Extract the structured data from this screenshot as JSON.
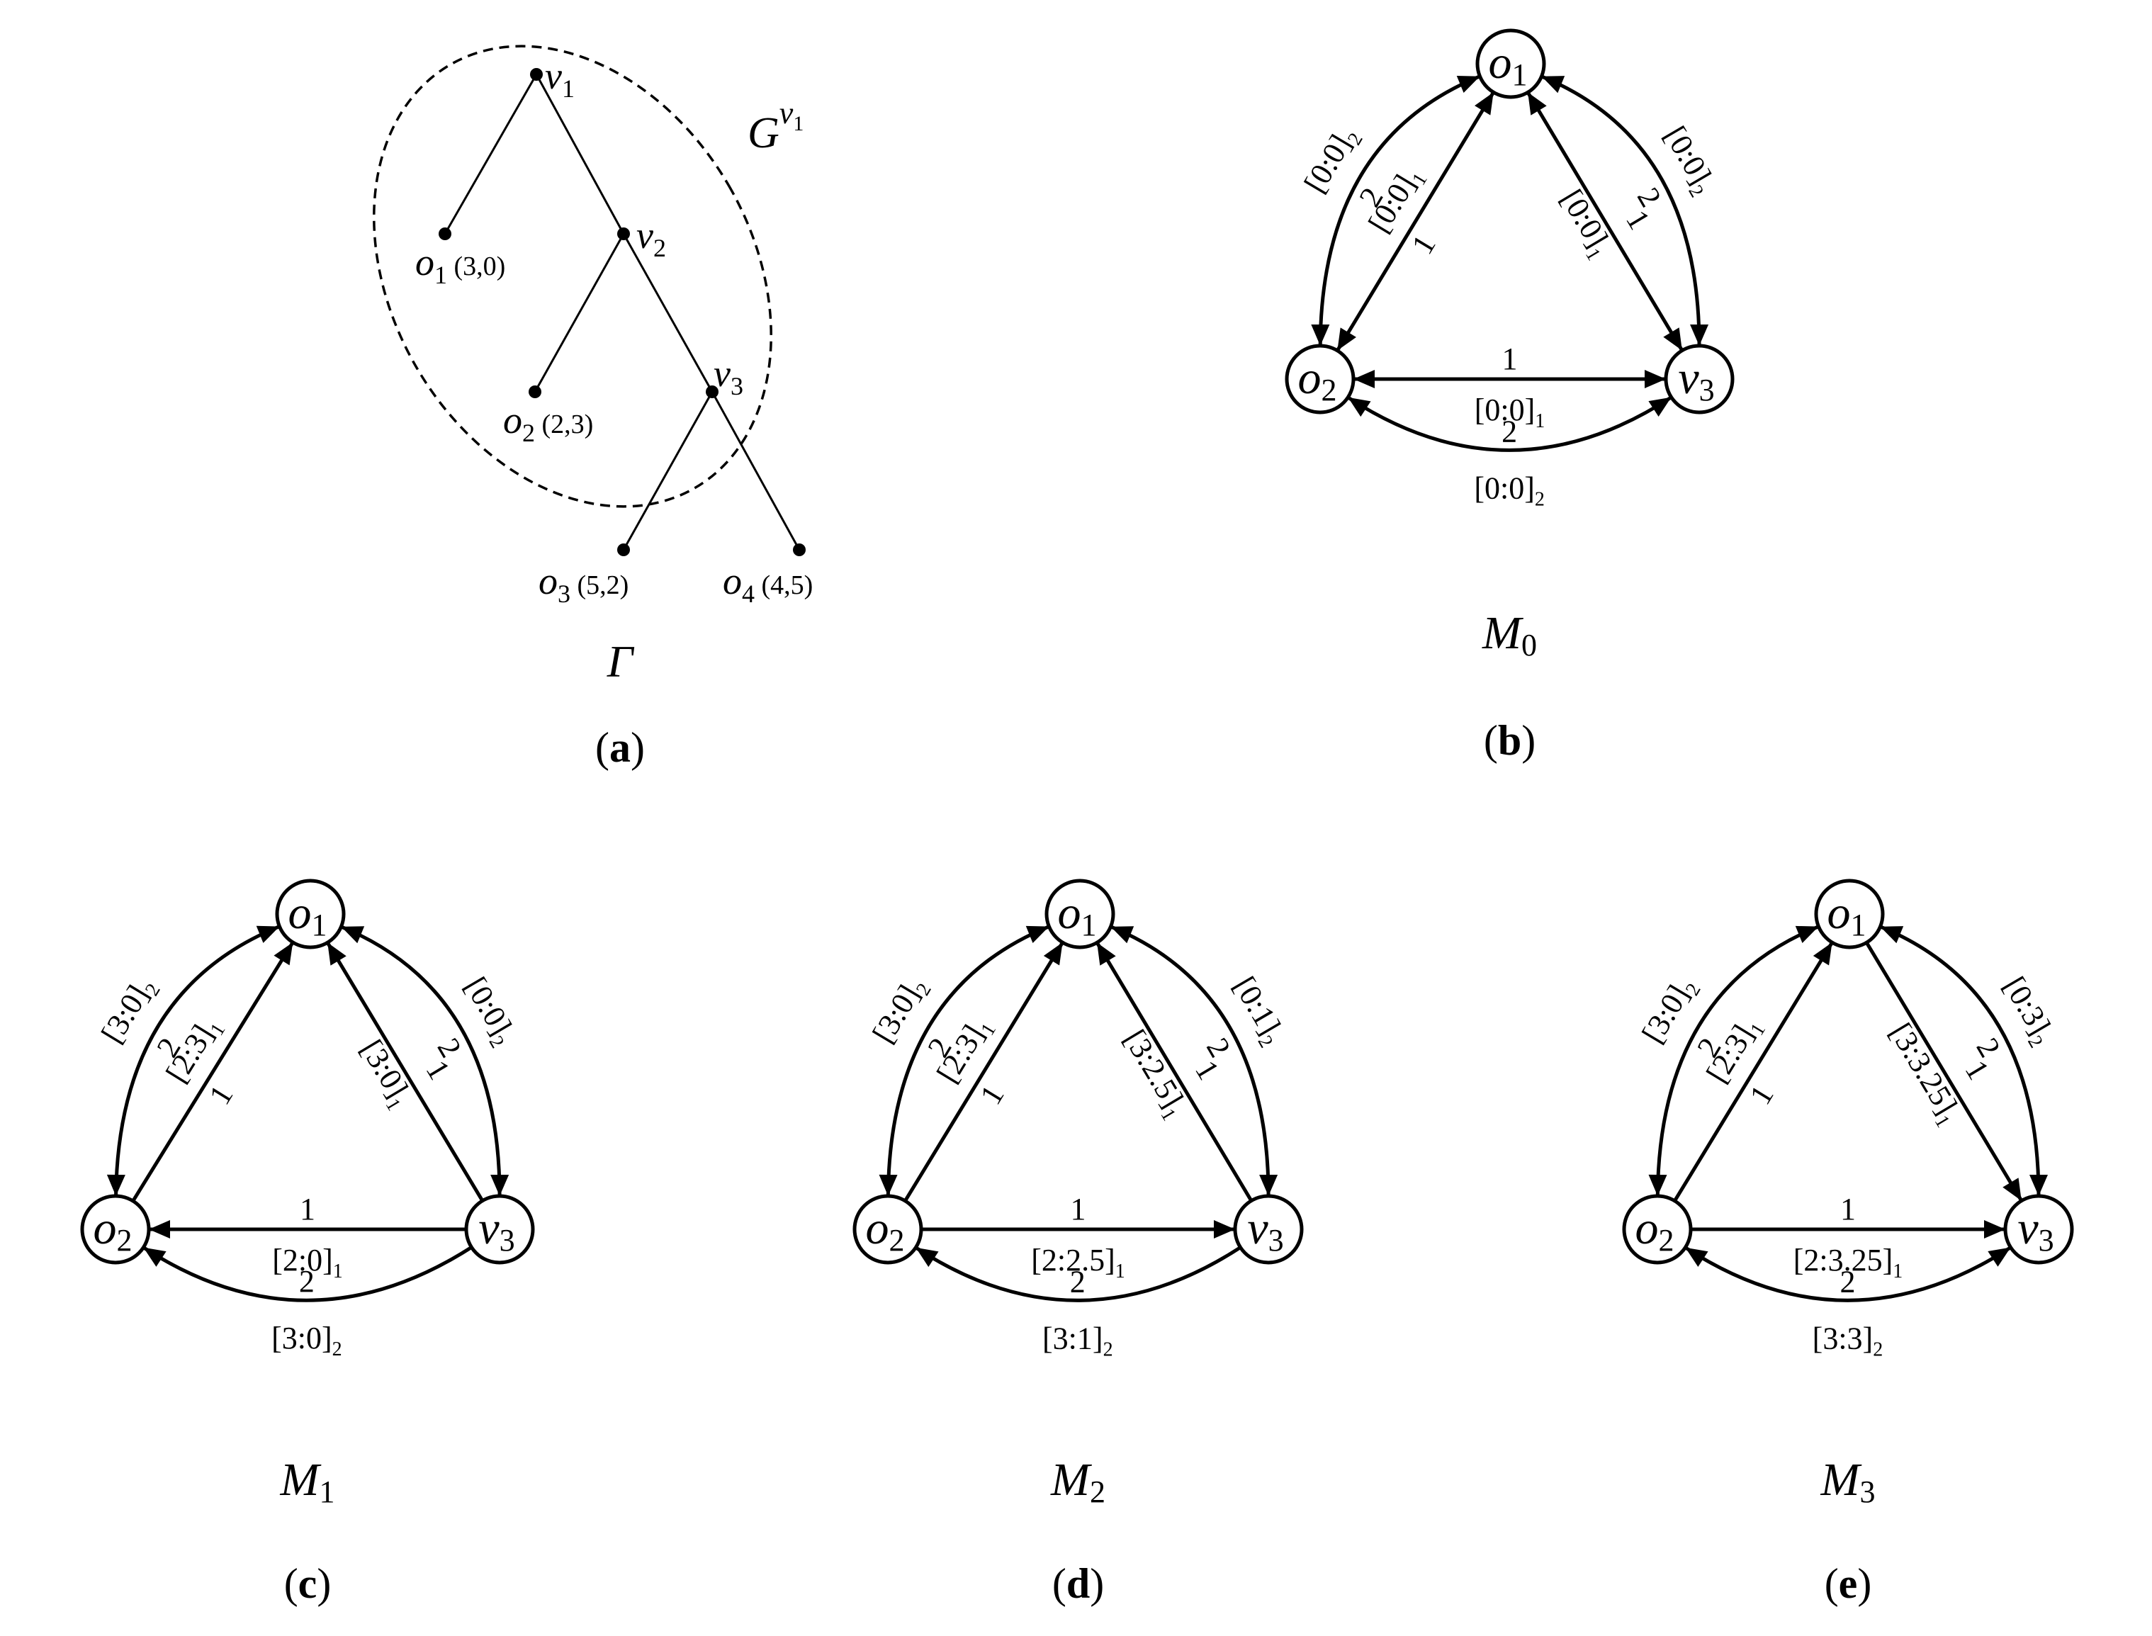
{
  "panel_a": {
    "caption_open": "(",
    "caption_letter": "a",
    "caption_close": ")",
    "tree_label": "Γ",
    "cluster_label": {
      "base": "G",
      "sup_base": "v",
      "sup_sub": "1"
    },
    "nodes": [
      {
        "id": "v1",
        "base": "v",
        "sub": "1",
        "payoff": ""
      },
      {
        "id": "v2",
        "base": "v",
        "sub": "2",
        "payoff": ""
      },
      {
        "id": "v3",
        "base": "v",
        "sub": "3",
        "payoff": ""
      },
      {
        "id": "o1",
        "base": "o",
        "sub": "1",
        "payoff": "(3,0)"
      },
      {
        "id": "o2",
        "base": "o",
        "sub": "2",
        "payoff": "(2,3)"
      },
      {
        "id": "o3",
        "base": "o",
        "sub": "3",
        "payoff": "(5,2)"
      },
      {
        "id": "o4",
        "base": "o",
        "sub": "4",
        "payoff": "(4,5)"
      }
    ]
  },
  "graphs": [
    {
      "id": "b",
      "caption_letter": "b",
      "model": {
        "base": "M",
        "sub": "0"
      },
      "nodes": [
        {
          "id": "o1",
          "base": "o",
          "sub": "1"
        },
        {
          "id": "o2",
          "base": "o",
          "sub": "2"
        },
        {
          "id": "v3",
          "base": "v",
          "sub": "3"
        }
      ],
      "edges": [
        {
          "id": "o1-o2-inner",
          "weight": "1",
          "label": "[0:0]",
          "label_sub": "1"
        },
        {
          "id": "o1-v3-inner",
          "weight": "1",
          "label": "[0:0]",
          "label_sub": "1"
        },
        {
          "id": "o2-v3-inner",
          "weight": "1",
          "label": "[0:0]",
          "label_sub": "1"
        },
        {
          "id": "o1-o2-outer",
          "weight": "2",
          "label": "[0:0]",
          "label_sub": "2"
        },
        {
          "id": "o1-v3-outer",
          "weight": "2",
          "label": "[0:0]",
          "label_sub": "2"
        },
        {
          "id": "o2-v3-outer",
          "weight": "2",
          "label": "[0:0]",
          "label_sub": "2"
        }
      ]
    },
    {
      "id": "c",
      "caption_letter": "c",
      "model": {
        "base": "M",
        "sub": "1"
      },
      "nodes": [
        {
          "id": "o1",
          "base": "o",
          "sub": "1"
        },
        {
          "id": "o2",
          "base": "o",
          "sub": "2"
        },
        {
          "id": "v3",
          "base": "v",
          "sub": "3"
        }
      ],
      "edges": [
        {
          "id": "o1-o2-inner",
          "weight": "1",
          "label": "[2:3]",
          "label_sub": "1"
        },
        {
          "id": "o1-v3-inner",
          "weight": "1",
          "label": "[3:0]",
          "label_sub": "1"
        },
        {
          "id": "o2-v3-inner",
          "weight": "1",
          "label": "[2:0]",
          "label_sub": "1"
        },
        {
          "id": "o1-o2-outer",
          "weight": "2",
          "label": "[3:0]",
          "label_sub": "2"
        },
        {
          "id": "o1-v3-outer",
          "weight": "2",
          "label": "[0:0]",
          "label_sub": "2"
        },
        {
          "id": "o2-v3-outer",
          "weight": "2",
          "label": "[3:0]",
          "label_sub": "2"
        }
      ]
    },
    {
      "id": "d",
      "caption_letter": "d",
      "model": {
        "base": "M",
        "sub": "2"
      },
      "nodes": [
        {
          "id": "o1",
          "base": "o",
          "sub": "1"
        },
        {
          "id": "o2",
          "base": "o",
          "sub": "2"
        },
        {
          "id": "v3",
          "base": "v",
          "sub": "3"
        }
      ],
      "edges": [
        {
          "id": "o1-o2-inner",
          "weight": "1",
          "label": "[2:3]",
          "label_sub": "1"
        },
        {
          "id": "o1-v3-inner",
          "weight": "1",
          "label": "[3:2.5]",
          "label_sub": "1"
        },
        {
          "id": "o2-v3-inner",
          "weight": "1",
          "label": "[2:2.5]",
          "label_sub": "1"
        },
        {
          "id": "o1-o2-outer",
          "weight": "2",
          "label": "[3:0]",
          "label_sub": "2"
        },
        {
          "id": "o1-v3-outer",
          "weight": "2",
          "label": "[0:1]",
          "label_sub": "2"
        },
        {
          "id": "o2-v3-outer",
          "weight": "2",
          "label": "[3:1]",
          "label_sub": "2"
        }
      ]
    },
    {
      "id": "e",
      "caption_letter": "e",
      "model": {
        "base": "M",
        "sub": "3"
      },
      "nodes": [
        {
          "id": "o1",
          "base": "o",
          "sub": "1"
        },
        {
          "id": "o2",
          "base": "o",
          "sub": "2"
        },
        {
          "id": "v3",
          "base": "v",
          "sub": "3"
        }
      ],
      "edges": [
        {
          "id": "o1-o2-inner",
          "weight": "1",
          "label": "[2:3]",
          "label_sub": "1"
        },
        {
          "id": "o1-v3-inner",
          "weight": "1",
          "label": "[3:3.25]",
          "label_sub": "1"
        },
        {
          "id": "o2-v3-inner",
          "weight": "1",
          "label": "[2:3.25]",
          "label_sub": "1"
        },
        {
          "id": "o1-o2-outer",
          "weight": "2",
          "label": "[3:0]",
          "label_sub": "2"
        },
        {
          "id": "o1-v3-outer",
          "weight": "2",
          "label": "[0:3]",
          "label_sub": "2"
        },
        {
          "id": "o2-v3-outer",
          "weight": "2",
          "label": "[3:3]",
          "label_sub": "2"
        }
      ]
    }
  ]
}
